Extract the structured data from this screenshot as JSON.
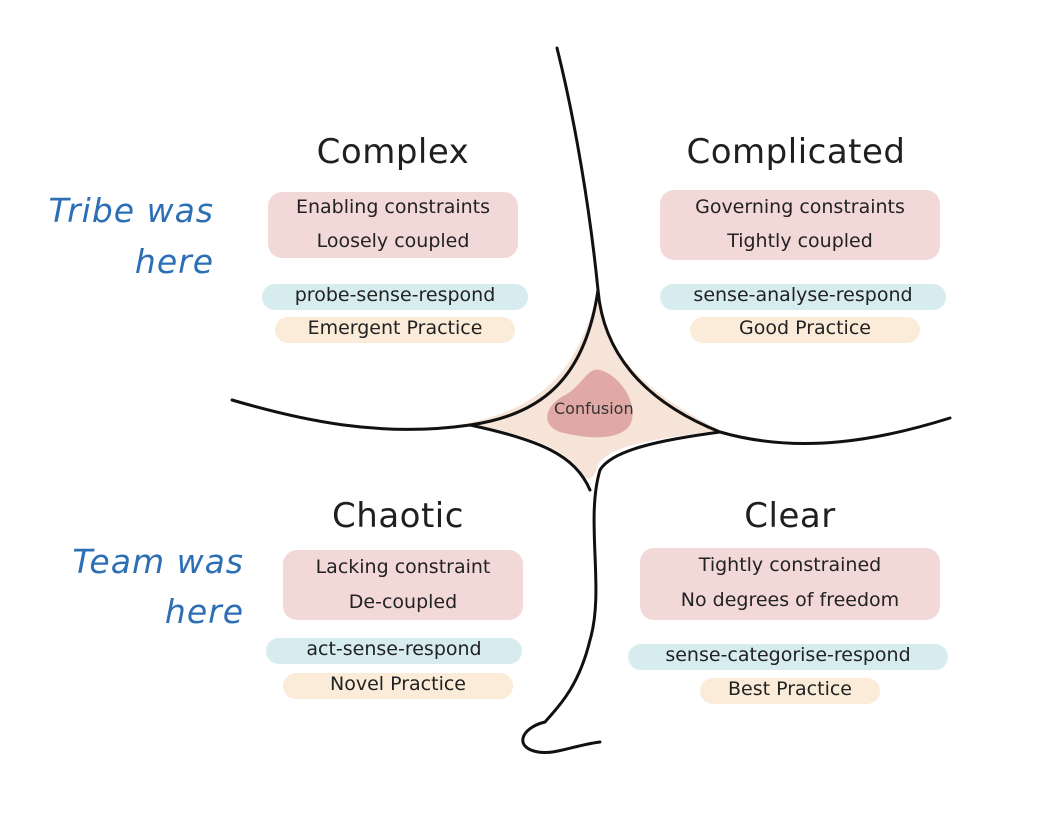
{
  "domains": {
    "complex": {
      "title": "Complex",
      "constraints": [
        "Enabling constraints",
        "Loosely coupled"
      ],
      "approach": "probe-sense-respond",
      "practice": "Emergent Practice"
    },
    "complicated": {
      "title": "Complicated",
      "constraints": [
        "Governing constraints",
        "Tightly coupled"
      ],
      "approach": "sense-analyse-respond",
      "practice": "Good Practice"
    },
    "chaotic": {
      "title": "Chaotic",
      "constraints": [
        "Lacking constraint",
        "De-coupled"
      ],
      "approach": "act-sense-respond",
      "practice": "Novel Practice"
    },
    "clear": {
      "title": "Clear",
      "constraints": [
        "Tightly constrained",
        "No degrees of freedom"
      ],
      "approach": "sense-categorise-respond",
      "practice": "Best Practice"
    }
  },
  "center": {
    "label": "Confusion"
  },
  "annotations": {
    "tribe": [
      "Tribe was",
      "here"
    ],
    "team": [
      "Team was",
      "here"
    ]
  },
  "colors": {
    "constraints_highlight": "#f2d6d6",
    "approach_highlight": "#d6ecef",
    "practice_highlight": "#fbebd9",
    "annotation_ink": "#2d6fb5",
    "confusion_fill": "#f6e4d8",
    "confusion_core": "#d99696"
  }
}
